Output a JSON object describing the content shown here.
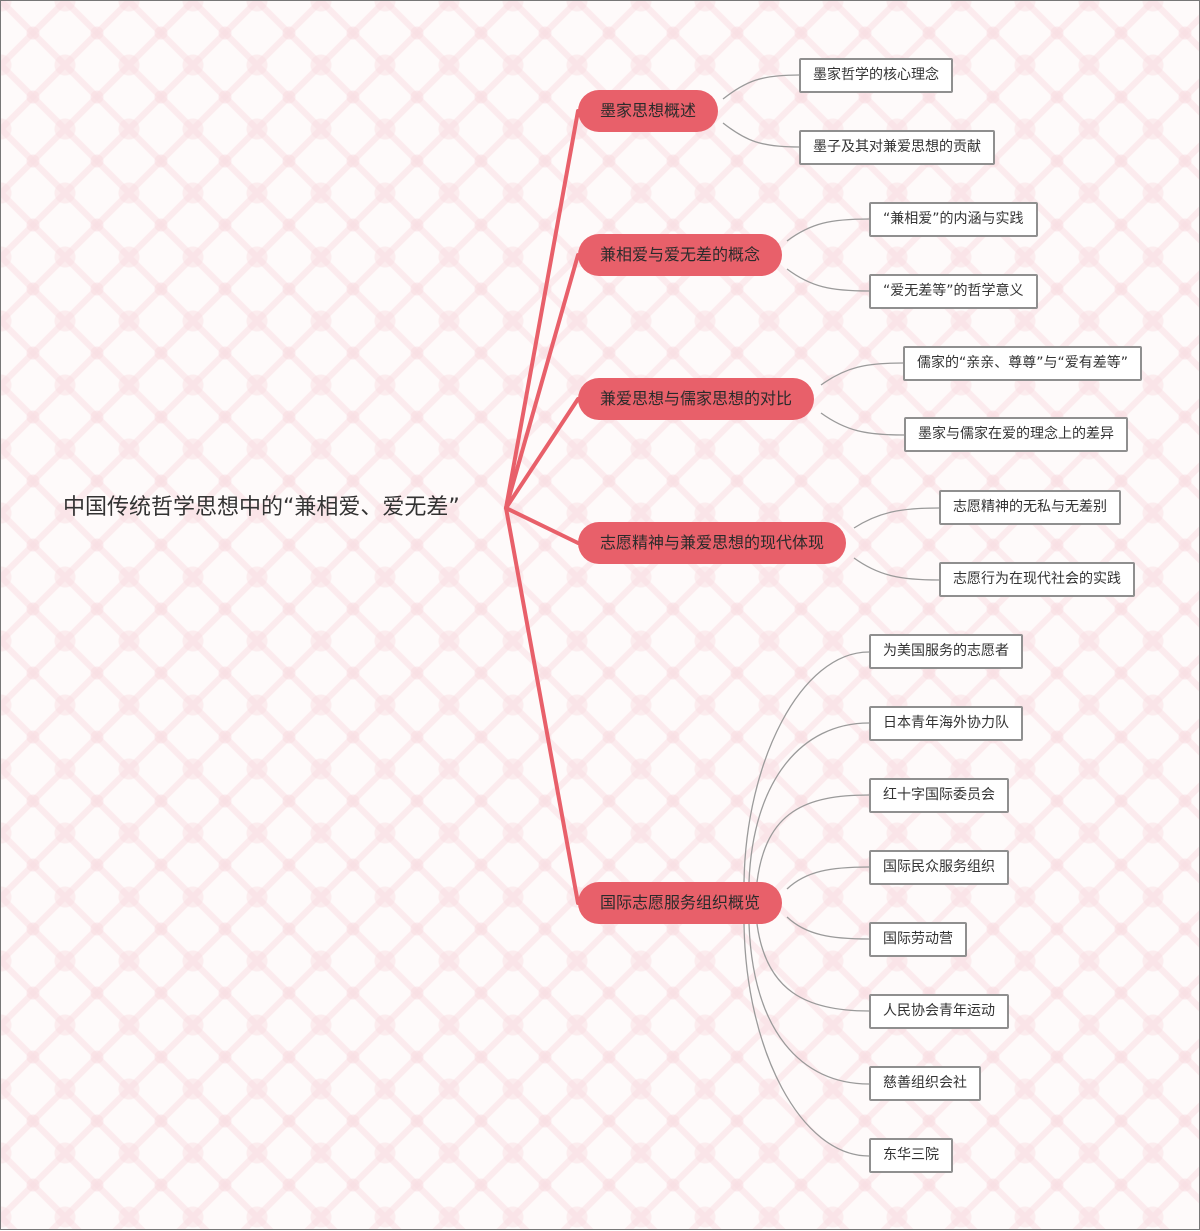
{
  "root": {
    "label": "中国传统哲学思想中的“兼相爱、爱无差”"
  },
  "colors": {
    "branch": "#e8606a",
    "leaf_border": "#8f8f8f",
    "connector": "#999999",
    "background": "#fefafa"
  },
  "branches": [
    {
      "label": "墨家思想概述",
      "children": [
        "墨家哲学的核心理念",
        "墨子及其对兼爱思想的贡献"
      ]
    },
    {
      "label": "兼相爱与爱无差的概念",
      "children": [
        "“兼相爱”的内涵与实践",
        "“爱无差等”的哲学意义"
      ]
    },
    {
      "label": "兼爱思想与儒家思想的对比",
      "children": [
        "儒家的“亲亲、尊尊”与“爱有差等”",
        "墨家与儒家在爱的理念上的差异"
      ]
    },
    {
      "label": "志愿精神与兼爱思想的现代体现",
      "children": [
        "志愿精神的无私与无差别",
        "志愿行为在现代社会的实践"
      ]
    },
    {
      "label": "国际志愿服务组织概览",
      "children": [
        "为美国服务的志愿者",
        "日本青年海外协力队",
        "红十字国际委员会",
        "国际民众服务组织",
        "国际劳动营",
        "人民协会青年运动",
        "慈善组织会社",
        "东华三院"
      ]
    }
  ]
}
